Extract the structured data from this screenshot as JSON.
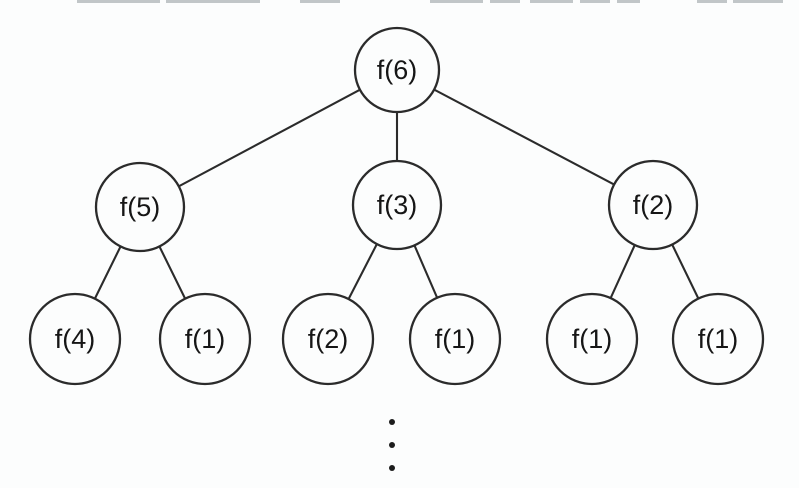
{
  "diagram": {
    "type": "tree",
    "description": "Recursion call tree for f(6)",
    "colors": {
      "background": "#fcfdfd",
      "line": "#2b2b2b",
      "text": "#161616"
    },
    "nodes": [
      {
        "id": "root",
        "label": "f(6)",
        "level": 0
      },
      {
        "id": "child-left",
        "label": "f(5)",
        "level": 1
      },
      {
        "id": "child-mid",
        "label": "f(3)",
        "level": 1
      },
      {
        "id": "child-right",
        "label": "f(2)",
        "level": 1
      },
      {
        "id": "leaf-1",
        "label": "f(4)",
        "level": 2
      },
      {
        "id": "leaf-2",
        "label": "f(1)",
        "level": 2
      },
      {
        "id": "leaf-3",
        "label": "f(2)",
        "level": 2
      },
      {
        "id": "leaf-4",
        "label": "f(1)",
        "level": 2
      },
      {
        "id": "leaf-5",
        "label": "f(1)",
        "level": 2
      },
      {
        "id": "leaf-6",
        "label": "f(1)",
        "level": 2
      }
    ],
    "edges": [
      {
        "from": "root",
        "to": "child-left"
      },
      {
        "from": "root",
        "to": "child-mid"
      },
      {
        "from": "root",
        "to": "child-right"
      },
      {
        "from": "child-left",
        "to": "leaf-1"
      },
      {
        "from": "child-left",
        "to": "leaf-2"
      },
      {
        "from": "child-mid",
        "to": "leaf-3"
      },
      {
        "from": "child-mid",
        "to": "leaf-4"
      },
      {
        "from": "child-right",
        "to": "leaf-5"
      },
      {
        "from": "child-right",
        "to": "leaf-6"
      }
    ],
    "ellipsis": {
      "symbol": "vertical-dots",
      "count": 3,
      "meaning": "tree continues below"
    }
  }
}
